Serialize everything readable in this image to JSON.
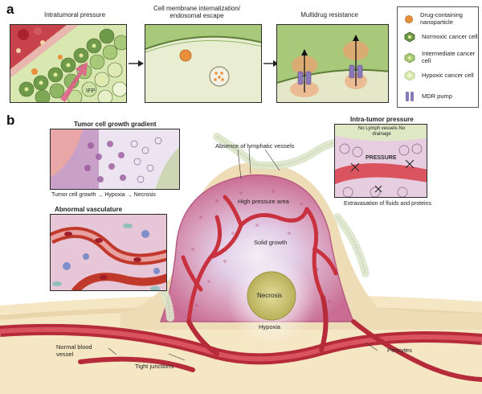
{
  "panel_a": {
    "letter": "a",
    "steps": [
      {
        "title": "Intratumoral pressure",
        "inset_label": "IFP"
      },
      {
        "title": "Cell membrane internalization/ endosomal escape"
      },
      {
        "title": "Multidrug resistance"
      }
    ],
    "legend": [
      {
        "label": "Drug-containing nanoparticle",
        "icon": "nanoparticle-icon",
        "color": "#e8913a"
      },
      {
        "label": "Normoxic cancer cell",
        "icon": "normoxic-cell-icon",
        "color": "#6f9a4a"
      },
      {
        "label": "Intermediate cancer cell",
        "icon": "intermediate-cell-icon",
        "color": "#a9c97a"
      },
      {
        "label": "Hypoxic cancer cell",
        "icon": "hypoxic-cell-icon",
        "color": "#dfe9b4"
      },
      {
        "label": "MDR pump",
        "icon": "mdr-pump-icon",
        "color": "#8a78b8"
      }
    ]
  },
  "panel_b": {
    "letter": "b",
    "inset_growth": {
      "title": "Tumor cell growth gradient",
      "axis": [
        "Tumor cell growth",
        "Hypoxia",
        "Necrosis"
      ]
    },
    "inset_vasculature": {
      "title": "Abnormal vasculature"
    },
    "inset_pressure": {
      "title": "Intra-tumor pressure",
      "note": "No Lymph vessels No drainage",
      "pressure_label": "PRESSURE",
      "caption": "Extravasation of fluids and proteins"
    },
    "labels": {
      "lymphatic": "Absence of lymphatic vessels",
      "high_pressure": "High pressure area",
      "solid_growth": "Solid growth",
      "necrosis": "Necrosis",
      "hypoxia": "Hypoxia",
      "normal_vessel": "Normal blood vessel",
      "tight_junctions": "Tight junctions",
      "pericytes": "Pericytes"
    }
  }
}
